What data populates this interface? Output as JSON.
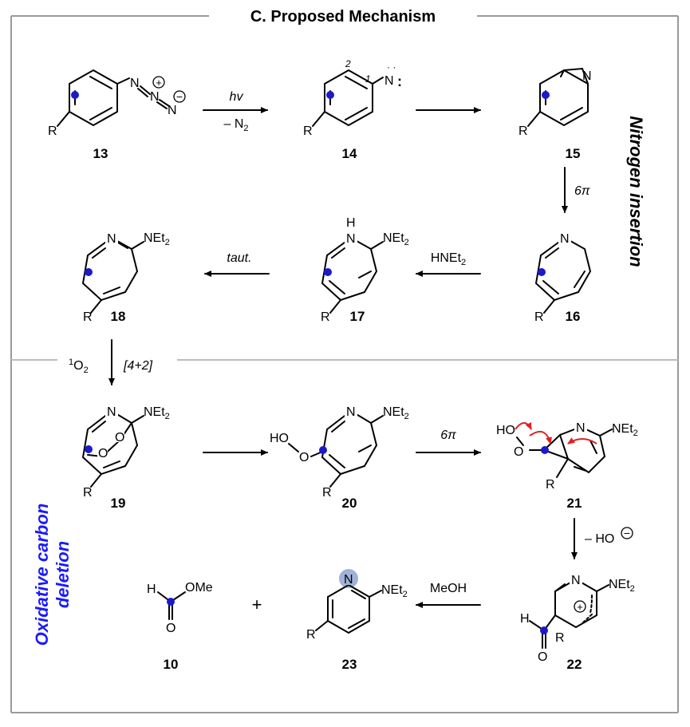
{
  "title": "C. Proposed Mechanism",
  "side_labels": {
    "nitrogen_insertion": "Nitrogen insertion",
    "oxidative_carbon_deletion_line1": "Oxidative carbon",
    "oxidative_carbon_deletion_line2": "deletion"
  },
  "compounds": {
    "c13": "13",
    "c14": "14",
    "c15": "15",
    "c16": "16",
    "c17": "17",
    "c18": "18",
    "c19": "19",
    "c20": "20",
    "c21": "21",
    "c22": "22",
    "c23": "23",
    "c10": "10"
  },
  "arrow_labels": {
    "hv": "hv",
    "minus_n2_prefix": "– N",
    "subscript_2": "2",
    "six_pi_1": "6π",
    "hnet2_prefix": "HNEt",
    "taut": "taut.",
    "singlet_o2_sup": "1",
    "singlet_o2": "O",
    "cycloaddition": "[4+2]",
    "six_pi_2": "6π",
    "minus_ho": "– HO",
    "meoh": "MeOH"
  },
  "atoms": {
    "R": "R",
    "N": "N",
    "H": "H",
    "O": "O",
    "NEt": "NEt",
    "sub2": "2",
    "HO": "HO",
    "OMe": "OMe",
    "pos1": "1",
    "pos2": "2",
    "plus": "+",
    "minus": "−",
    "radical_dots": ":"
  },
  "colors": {
    "frame": "#9a9a9a",
    "divider": "#bbbbbb",
    "blue_dot": "#1a1acc",
    "blue_text": "#1a1aff",
    "red_arrow": "#e02020",
    "nitrogen_highlight": "#9fb3d9"
  }
}
